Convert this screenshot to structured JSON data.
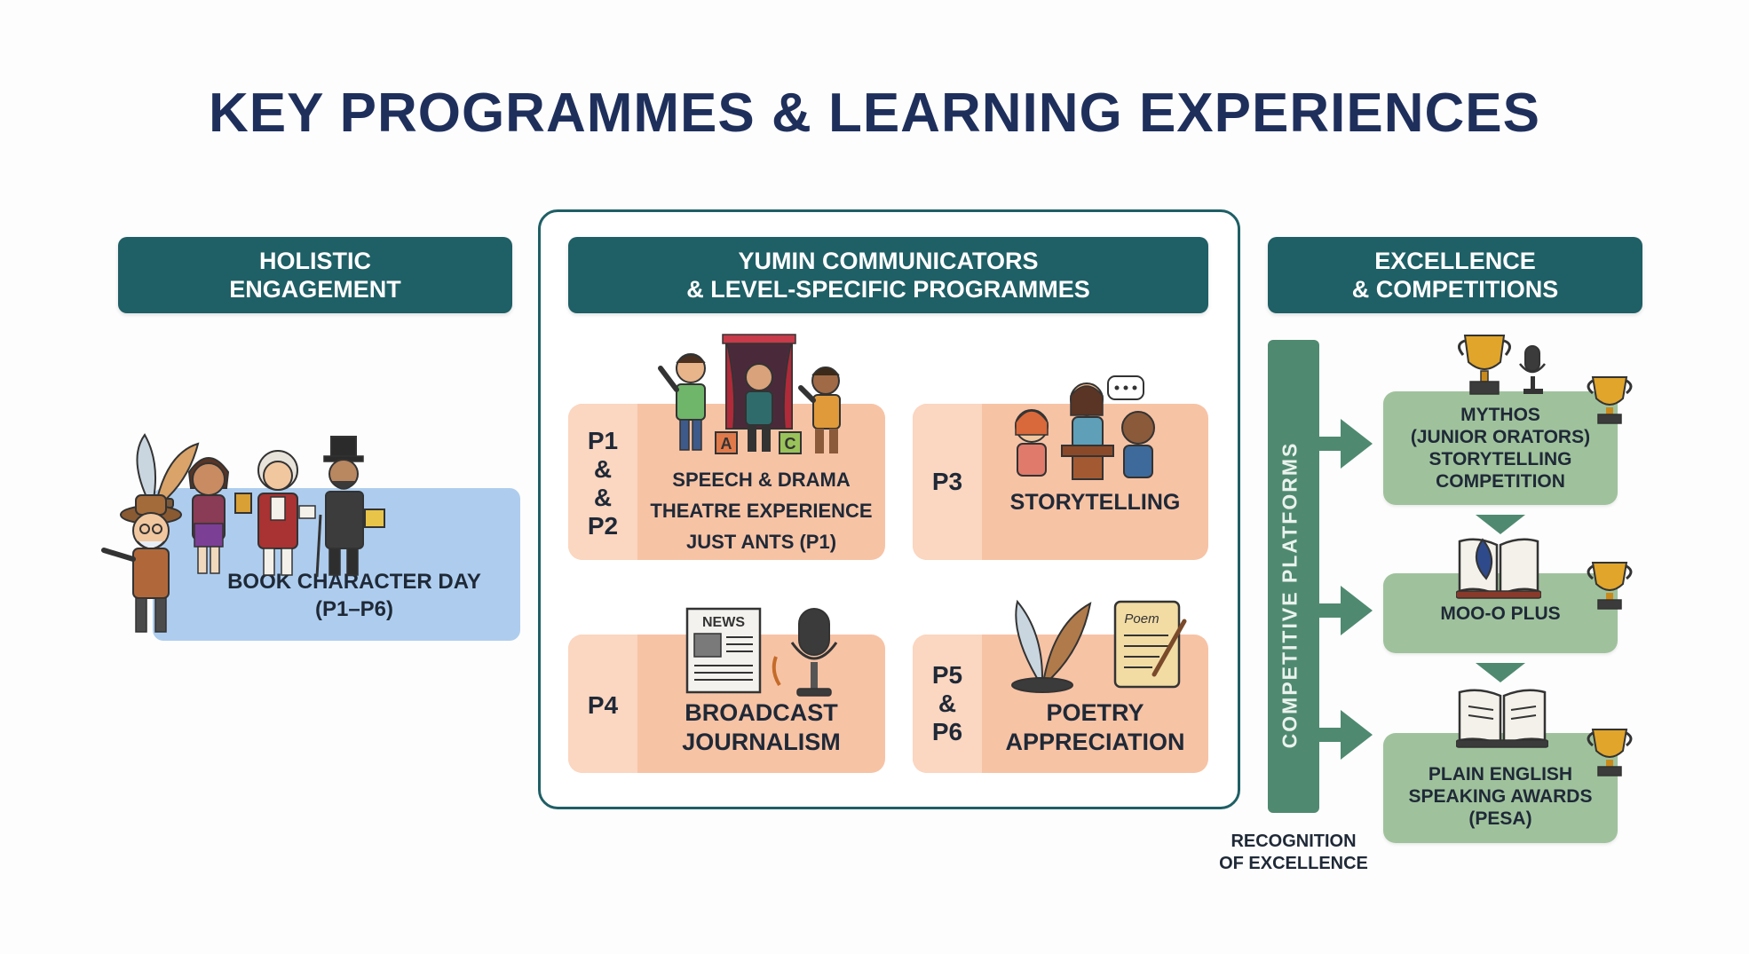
{
  "title": "KEY PROGRAMMES & LEARNING EXPERIENCES",
  "columns": {
    "holistic": {
      "header": [
        "HOLISTIC",
        "ENGAGEMENT"
      ],
      "card": {
        "lines": [
          "BOOK CHARACTER DAY",
          "(P1–P6)"
        ]
      }
    },
    "yumin": {
      "header": [
        "YUMIN COMMUNICATORS",
        "& LEVEL-SPECIFIC PROGRAMMES"
      ],
      "cards": [
        {
          "level_lines": [
            "P1",
            "&",
            "&",
            "P2"
          ],
          "text_lines": [
            "SPEECH & DRAMA",
            "THEATRE EXPERIENCE",
            "JUST ANTS (P1)"
          ]
        },
        {
          "level_lines": [
            "P3"
          ],
          "text_lines": [
            "STORYTELLING"
          ]
        },
        {
          "level_lines": [
            "P4"
          ],
          "text_lines": [
            "BROADCAST",
            "JOURNALISM"
          ]
        },
        {
          "level_lines": [
            "P5",
            "&",
            "P6"
          ],
          "text_lines": [
            "POETRY",
            "APPRECIATION"
          ]
        }
      ],
      "blocks_letters": [
        "A",
        "C"
      ],
      "news_label": "NEWS",
      "poem_label": "Poem"
    },
    "excellence": {
      "header": [
        "EXCELLENCE",
        "& COMPETITIONS"
      ],
      "bar_label": "COMPETITIVE PLATFORMS",
      "cards": [
        {
          "lines": [
            "MYTHOS",
            "(JUNIOR ORATORS)",
            "STORYTELLING",
            "COMPETITION"
          ]
        },
        {
          "lines": [
            "MOO-O PLUS"
          ]
        },
        {
          "lines": [
            "PLAIN ENGLISH",
            "SPEAKING AWARDS",
            "(PESA)"
          ]
        }
      ],
      "footer_label": [
        "RECOGNITION",
        "OF EXCELLENCE"
      ]
    }
  },
  "icons": [
    "quill-pens-icon",
    "child-reader-icon",
    "book-character-icon",
    "scholar-character-icon",
    "top-hat-character-icon",
    "explorer-character-icon",
    "stage-curtain-icon",
    "children-performing-icon",
    "storyteller-icon",
    "newspaper-icon",
    "microphone-icon",
    "quill-ink-icon",
    "poem-scroll-icon",
    "trophy-icon",
    "open-book-icon",
    "arrow-right-icon",
    "arrow-down-icon"
  ],
  "colors": {
    "navy_title": "#1f2f5c",
    "teal_header": "#1f5f66",
    "blue_card": "#aecdee",
    "peach_card": "#f7c3a5",
    "peach_light": "#fbd6c0",
    "green_card": "#9fc29c",
    "green_bar": "#4f8a70"
  }
}
